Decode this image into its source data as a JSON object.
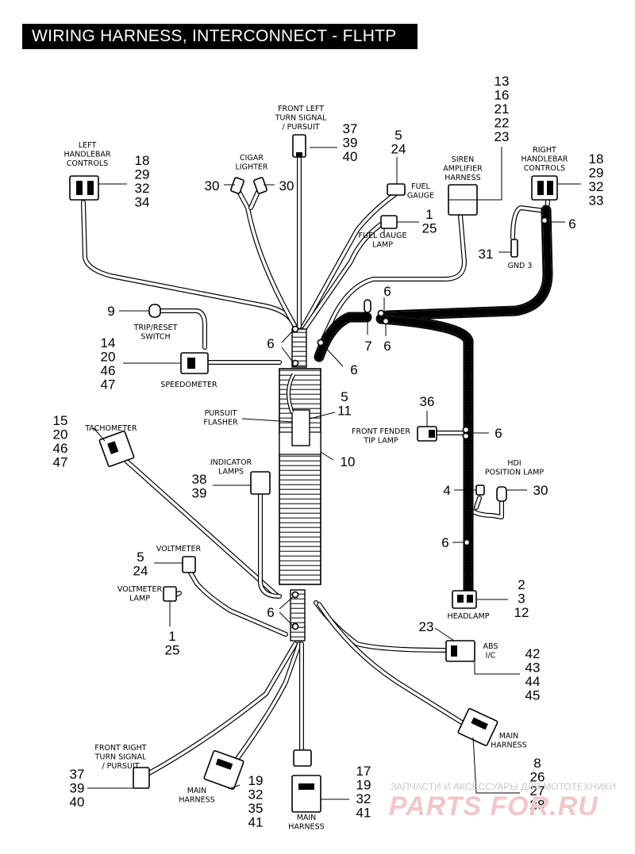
{
  "title": "WIRING HARNESS, INTERCONNECT - FLHTP",
  "watermark": {
    "line1": "ЗАПЧАСТИ И АКСЕССУАРЫ ДЛЯ МОТОТЕХНИКИ",
    "line2": "PARTS FOR.RU"
  },
  "labels": [
    {
      "id": "front-left-turn",
      "lines": [
        "FRONT LEFT",
        "TURN SIGNAL",
        "/ PURSUIT"
      ]
    },
    {
      "id": "cigar-lighter",
      "lines": [
        "CIGAR",
        "LIGHTER"
      ]
    },
    {
      "id": "fuel-gauge",
      "lines": [
        "FUEL",
        "GAUGE"
      ]
    },
    {
      "id": "fuel-gauge-lamp",
      "lines": [
        "FUEL GAUGE",
        "LAMP"
      ]
    },
    {
      "id": "siren-amplifier",
      "lines": [
        "SIREN",
        "AMPLIFIER",
        "HARNESS"
      ]
    },
    {
      "id": "right-handlebar",
      "lines": [
        "RIGHT",
        "HANDLEBAR",
        "CONTROLS"
      ]
    },
    {
      "id": "left-handlebar",
      "lines": [
        "LEFT",
        "HANDLEBAR",
        "CONTROLS"
      ]
    },
    {
      "id": "gnd3",
      "lines": [
        "GND 3"
      ]
    },
    {
      "id": "trip-reset",
      "lines": [
        "TRIP/RESET",
        "SWITCH"
      ]
    },
    {
      "id": "speedometer",
      "lines": [
        "SPEEDOMETER"
      ]
    },
    {
      "id": "pursuit-flasher",
      "lines": [
        "PURSUIT",
        "FLASHER"
      ]
    },
    {
      "id": "tachometer",
      "lines": [
        "TACHOMETER"
      ]
    },
    {
      "id": "front-fender-tip",
      "lines": [
        "FRONT FENDER",
        "TIP LAMP"
      ]
    },
    {
      "id": "indicator-lamps",
      "lines": [
        "INDICATOR",
        "LAMPS"
      ]
    },
    {
      "id": "hdi-position",
      "lines": [
        "HDI",
        "POSITION LAMP"
      ]
    },
    {
      "id": "voltmeter",
      "lines": [
        "VOLTMETER"
      ]
    },
    {
      "id": "voltmeter-lamp",
      "lines": [
        "VOLTMETER",
        "LAMP"
      ]
    },
    {
      "id": "headlamp",
      "lines": [
        "HEADLAMP"
      ]
    },
    {
      "id": "abs-ic",
      "lines": [
        "ABS",
        "I/C"
      ]
    },
    {
      "id": "main-harness-right",
      "lines": [
        "MAIN",
        "HARNESS"
      ]
    },
    {
      "id": "front-right-turn",
      "lines": [
        "FRONT RIGHT",
        "TURN SIGNAL",
        "/ PURSUIT"
      ]
    },
    {
      "id": "main-harness-left",
      "lines": [
        "MAIN",
        "HARNESS"
      ]
    },
    {
      "id": "main-harness-bottom",
      "lines": [
        "MAIN",
        "HARNESS"
      ]
    }
  ],
  "callouts": [
    {
      "id": "c-flt",
      "lines": [
        "37",
        "39",
        "40"
      ]
    },
    {
      "id": "c-fuel-gauge",
      "lines": [
        "5",
        "24"
      ]
    },
    {
      "id": "c-siren",
      "lines": [
        "13",
        "16",
        "21",
        "22",
        "23"
      ]
    },
    {
      "id": "c-right-hb",
      "lines": [
        "18",
        "29",
        "32",
        "33"
      ]
    },
    {
      "id": "c-left-hb",
      "lines": [
        "18",
        "29",
        "32",
        "34"
      ]
    },
    {
      "id": "c-cig-left",
      "lines": [
        "30"
      ]
    },
    {
      "id": "c-cig-right",
      "lines": [
        "30"
      ]
    },
    {
      "id": "c-fgl",
      "lines": [
        "1",
        "25"
      ]
    },
    {
      "id": "c-6-rhb",
      "lines": [
        "6"
      ]
    },
    {
      "id": "c-31",
      "lines": [
        "31"
      ]
    },
    {
      "id": "c-9",
      "lines": [
        "9"
      ]
    },
    {
      "id": "c-6-top",
      "lines": [
        "6"
      ]
    },
    {
      "id": "c-6-mid",
      "lines": [
        "6"
      ]
    },
    {
      "id": "c-6-left",
      "lines": [
        "6"
      ]
    },
    {
      "id": "c-7",
      "lines": [
        "7"
      ]
    },
    {
      "id": "c-6-right",
      "lines": [
        "6"
      ]
    },
    {
      "id": "c-speedo",
      "lines": [
        "14",
        "20",
        "46",
        "47"
      ]
    },
    {
      "id": "c-flasher",
      "lines": [
        "5",
        "11"
      ]
    },
    {
      "id": "c-10",
      "lines": [
        "10"
      ]
    },
    {
      "id": "c-tacho",
      "lines": [
        "15",
        "20",
        "46",
        "47"
      ]
    },
    {
      "id": "c-36",
      "lines": [
        "36"
      ]
    },
    {
      "id": "c-6-fender",
      "lines": [
        "6"
      ]
    },
    {
      "id": "c-indicator",
      "lines": [
        "38",
        "39"
      ]
    },
    {
      "id": "c-4",
      "lines": [
        "4"
      ]
    },
    {
      "id": "c-30-hdi",
      "lines": [
        "30"
      ]
    },
    {
      "id": "c-6-lower",
      "lines": [
        "6"
      ]
    },
    {
      "id": "c-voltmeter",
      "lines": [
        "5",
        "24"
      ]
    },
    {
      "id": "c-headlamp",
      "lines": [
        "2",
        "3",
        "12"
      ]
    },
    {
      "id": "c-6-bottom",
      "lines": [
        "6"
      ]
    },
    {
      "id": "c-vlamp",
      "lines": [
        "1",
        "25"
      ]
    },
    {
      "id": "c-23",
      "lines": [
        "23"
      ]
    },
    {
      "id": "c-abs",
      "lines": [
        "42",
        "43",
        "44",
        "45"
      ]
    },
    {
      "id": "c-main-right",
      "lines": [
        "8",
        "26",
        "27",
        "28"
      ]
    },
    {
      "id": "c-frt",
      "lines": [
        "37",
        "39",
        "40"
      ]
    },
    {
      "id": "c-main-left",
      "lines": [
        "19",
        "32",
        "35",
        "41"
      ]
    },
    {
      "id": "c-main-bottom",
      "lines": [
        "17",
        "19",
        "32",
        "41"
      ]
    }
  ]
}
